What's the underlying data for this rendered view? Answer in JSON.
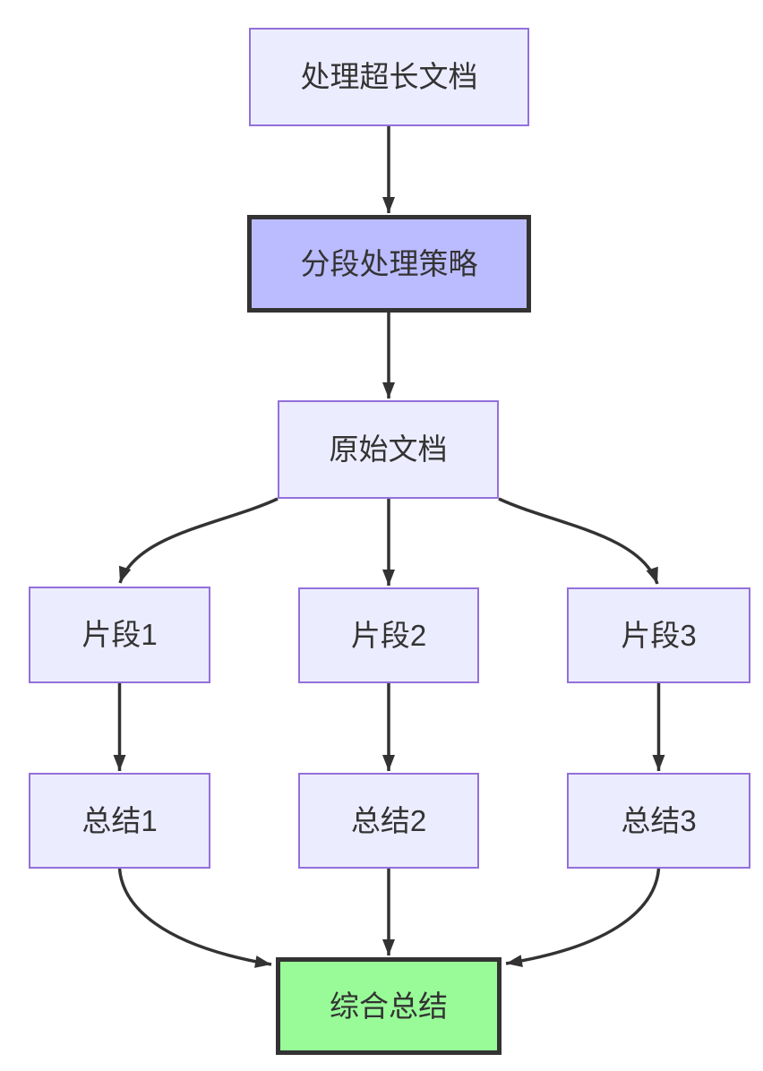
{
  "diagram": {
    "type": "flowchart",
    "direction": "top-down",
    "nodes": [
      {
        "id": "A",
        "label": "处理超长文档",
        "fill": "#ECECFF",
        "border": "#9370DB",
        "emphasis": false
      },
      {
        "id": "B",
        "label": "分段处理策略",
        "fill": "#BBBBFF",
        "border": "#333333",
        "emphasis": true
      },
      {
        "id": "C",
        "label": "原始文档",
        "fill": "#ECECFF",
        "border": "#9370DB",
        "emphasis": false
      },
      {
        "id": "D1",
        "label": "片段1",
        "fill": "#ECECFF",
        "border": "#9370DB",
        "emphasis": false
      },
      {
        "id": "D2",
        "label": "片段2",
        "fill": "#ECECFF",
        "border": "#9370DB",
        "emphasis": false
      },
      {
        "id": "D3",
        "label": "片段3",
        "fill": "#ECECFF",
        "border": "#9370DB",
        "emphasis": false
      },
      {
        "id": "E1",
        "label": "总结1",
        "fill": "#ECECFF",
        "border": "#9370DB",
        "emphasis": false
      },
      {
        "id": "E2",
        "label": "总结2",
        "fill": "#ECECFF",
        "border": "#9370DB",
        "emphasis": false
      },
      {
        "id": "E3",
        "label": "总结3",
        "fill": "#ECECFF",
        "border": "#9370DB",
        "emphasis": false
      },
      {
        "id": "F",
        "label": "综合总结",
        "fill": "#98FB98",
        "border": "#333333",
        "emphasis": true
      }
    ],
    "edges": [
      {
        "from": "处理超长文档",
        "to": "分段处理策略"
      },
      {
        "from": "分段处理策略",
        "to": "原始文档"
      },
      {
        "from": "原始文档",
        "to": "片段1"
      },
      {
        "from": "原始文档",
        "to": "片段2"
      },
      {
        "from": "原始文档",
        "to": "片段3"
      },
      {
        "from": "片段1",
        "to": "总结1"
      },
      {
        "from": "片段2",
        "to": "总结2"
      },
      {
        "from": "片段3",
        "to": "总结3"
      },
      {
        "from": "总结1",
        "to": "综合总结"
      },
      {
        "from": "总结2",
        "to": "综合总结"
      },
      {
        "from": "总结3",
        "to": "综合总结"
      }
    ],
    "colors": {
      "background": "#FFFFFF",
      "node_fill": "#ECECFF",
      "node_border": "#9370DB",
      "strategy_fill": "#BBBBFF",
      "final_fill": "#98FB98",
      "emphasis_border": "#333333",
      "edge": "#333333",
      "text": "#333333"
    }
  }
}
